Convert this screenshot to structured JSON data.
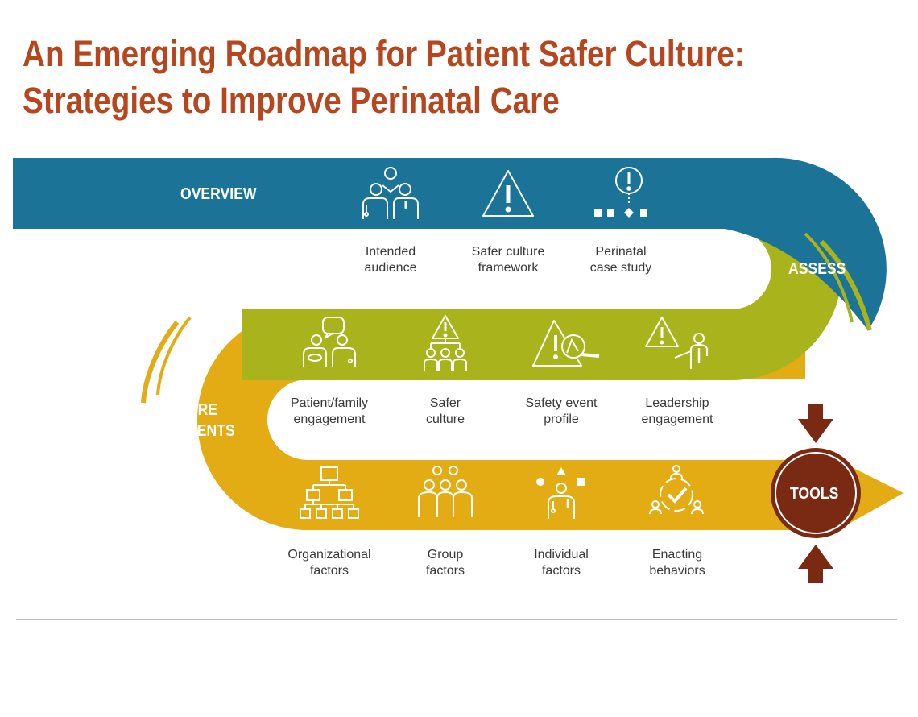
{
  "title": {
    "line1": "An Emerging Roadmap for Patient Safer Culture:",
    "line2": "Strategies to Improve Perinatal Care"
  },
  "colors": {
    "title": "#b5461d",
    "overview_band": "#1b7497",
    "assess_band": "#a9b31c",
    "culture_band": "#e3ab14",
    "tools": "#7a2a12",
    "label_text": "#3a3a3a"
  },
  "bands": {
    "overview": "OVERVIEW",
    "assess": "ASSESS",
    "culture_line1": "CULTURE",
    "culture_line2": "COMPONENTS",
    "tools": "TOOLS"
  },
  "overview_items": [
    {
      "icon": "people-group-icon",
      "line1": "Intended",
      "line2": "audience"
    },
    {
      "icon": "warning-triangle-icon",
      "line1": "Safer culture",
      "line2": "framework"
    },
    {
      "icon": "alert-flow-icon",
      "line1": "Perinatal",
      "line2": "case study"
    }
  ],
  "assess_items": [
    {
      "icon": "patient-family-icon",
      "line1": "Patient/family",
      "line2": "engagement"
    },
    {
      "icon": "safer-culture-icon",
      "line1": "Safer",
      "line2": "culture"
    },
    {
      "icon": "magnify-warning-icon",
      "line1": "Safety event",
      "line2": "profile"
    },
    {
      "icon": "leader-presenting-icon",
      "line1": "Leadership",
      "line2": "engagement"
    }
  ],
  "culture_items": [
    {
      "icon": "org-chart-icon",
      "line1": "Organizational",
      "line2": "factors"
    },
    {
      "icon": "group-icon",
      "line1": "Group",
      "line2": "factors"
    },
    {
      "icon": "individual-icon",
      "line1": "Individual",
      "line2": "factors"
    },
    {
      "icon": "check-circle-people-icon",
      "line1": "Enacting",
      "line2": "behaviors"
    }
  ]
}
